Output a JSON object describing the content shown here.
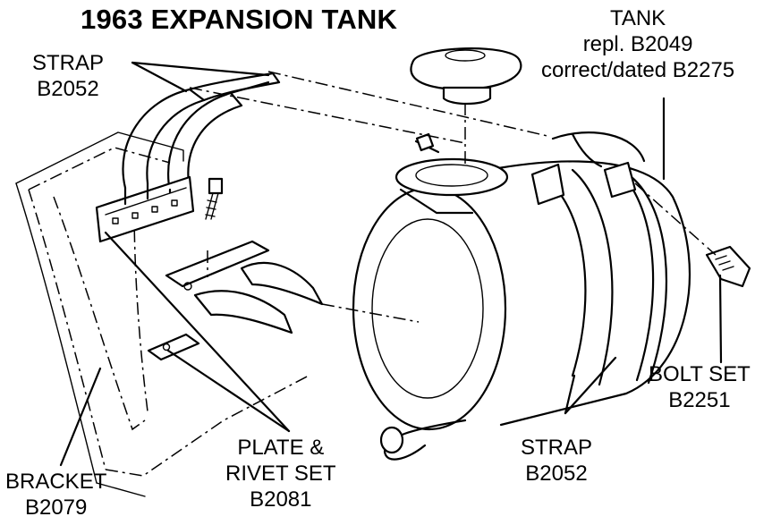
{
  "title": "1963 EXPANSION TANK",
  "callouts": {
    "strap_top": {
      "line1": "STRAP",
      "line2": "B2052"
    },
    "tank": {
      "line1": "TANK",
      "line2": "repl.  B2049",
      "line3": "correct/dated B2275"
    },
    "bolt_set": {
      "line1": "BOLT SET",
      "line2": "B2251"
    },
    "strap_bottom": {
      "line1": "STRAP",
      "line2": "B2052"
    },
    "plate_rivet": {
      "line1": "PLATE &",
      "line2": "RIVET SET",
      "line3": "B2081"
    },
    "bracket": {
      "line1": "BRACKET",
      "line2": "B2079"
    }
  }
}
